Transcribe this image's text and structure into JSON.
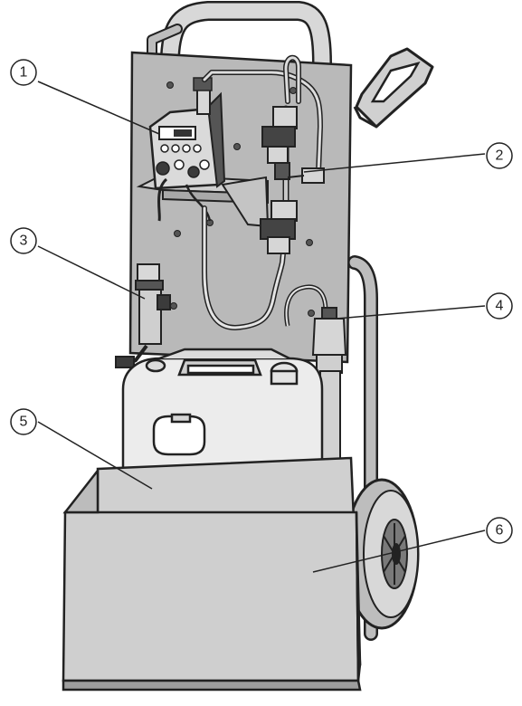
{
  "figure": {
    "colors": {
      "panel": "#b9b9b9",
      "steel": "#a4a4a4",
      "dark": "#555555",
      "canister": "#e9e9e9",
      "box": "#c9c9c9",
      "outline": "#222222"
    },
    "callouts": [
      {
        "id": "1",
        "label": "①",
        "part": "metering-pump"
      },
      {
        "id": "2",
        "label": "②",
        "part": "valve-block-tubing"
      },
      {
        "id": "3",
        "label": "③",
        "part": "suction-fitting"
      },
      {
        "id": "4",
        "label": "④",
        "part": "suction-lance"
      },
      {
        "id": "5",
        "label": "⑤",
        "part": "chemical-canister"
      },
      {
        "id": "6",
        "label": "⑥",
        "part": "transport-box"
      }
    ]
  }
}
